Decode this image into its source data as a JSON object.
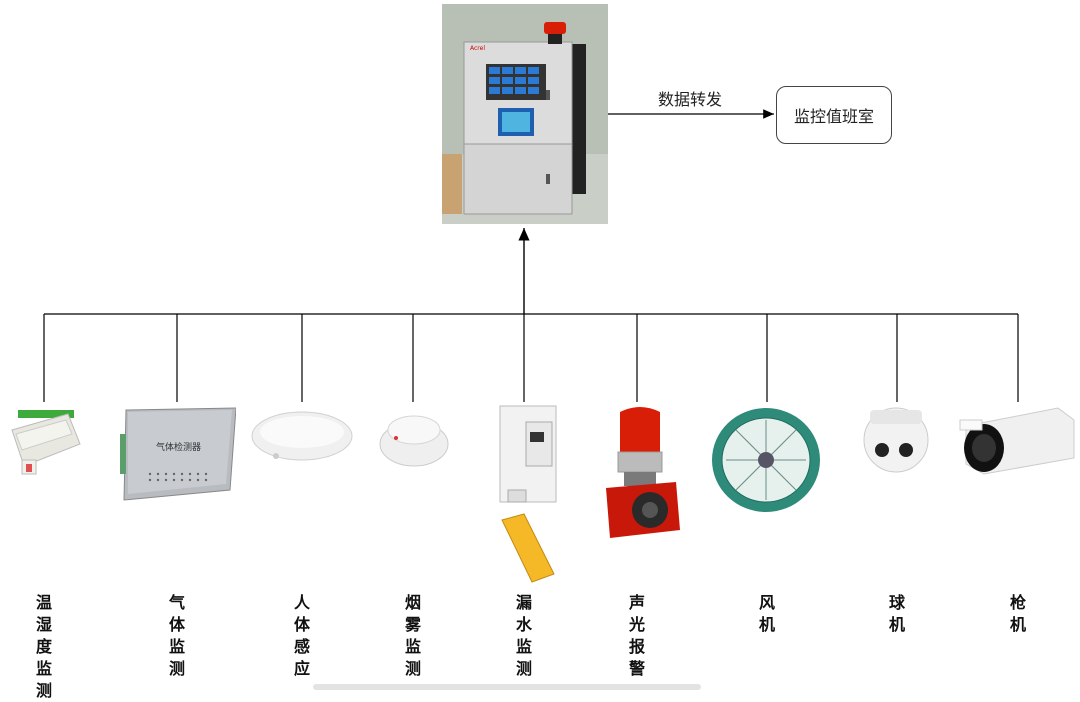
{
  "edge_label": "数据转发",
  "destination": "监控值班室",
  "devices": [
    {
      "label": "温湿度监测",
      "icon": "humidity-sensor-icon"
    },
    {
      "label": "气体监测",
      "icon": "gas-detector-icon"
    },
    {
      "label": "人体感应",
      "icon": "motion-sensor-icon"
    },
    {
      "label": "烟雾监测",
      "icon": "smoke-detector-icon"
    },
    {
      "label": "漏水监测",
      "icon": "water-leak-sensor-icon"
    },
    {
      "label": "声光报警",
      "icon": "alarm-siren-icon"
    },
    {
      "label": "风机",
      "icon": "fan-icon"
    },
    {
      "label": "球机",
      "icon": "dome-camera-icon"
    },
    {
      "label": "枪机",
      "icon": "bullet-camera-icon"
    }
  ],
  "panel_text": "Acrel",
  "gas_box_text": "气体检测器",
  "colors": {
    "line": "#000000",
    "panel": "#d9d9d9",
    "alarm_red": "#d81e06",
    "fan_green": "#2e8b7a"
  }
}
